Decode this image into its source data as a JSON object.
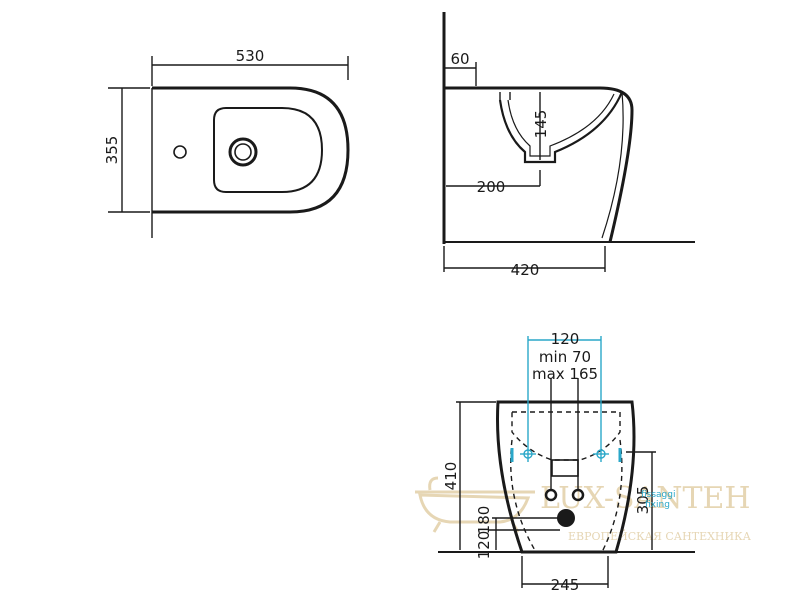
{
  "top_view": {
    "width_label": "530",
    "depth_label": "355"
  },
  "side_view": {
    "rim_label": "60",
    "bowl_depth_label": "145",
    "drain_label": "200",
    "length_label": "420"
  },
  "rear_view": {
    "spacing_label": "120",
    "min_label": "min 70",
    "max_label": "max 165",
    "height_label": "410",
    "side_height_label": "305",
    "drain_height_label": "180",
    "inlet_height_label": "120",
    "base_width_label": "245",
    "fixing_line1": "fissaggi",
    "fixing_line2": "fixing"
  },
  "watermark": {
    "brand": "LUX-SANTEH",
    "tagline": "ЕВРОПЕЙСКАЯ САНТЕХНИКА"
  },
  "colors": {
    "line": "#1a1a1a",
    "accent": "#2aa7c9",
    "watermark": "#e6d6b4"
  }
}
